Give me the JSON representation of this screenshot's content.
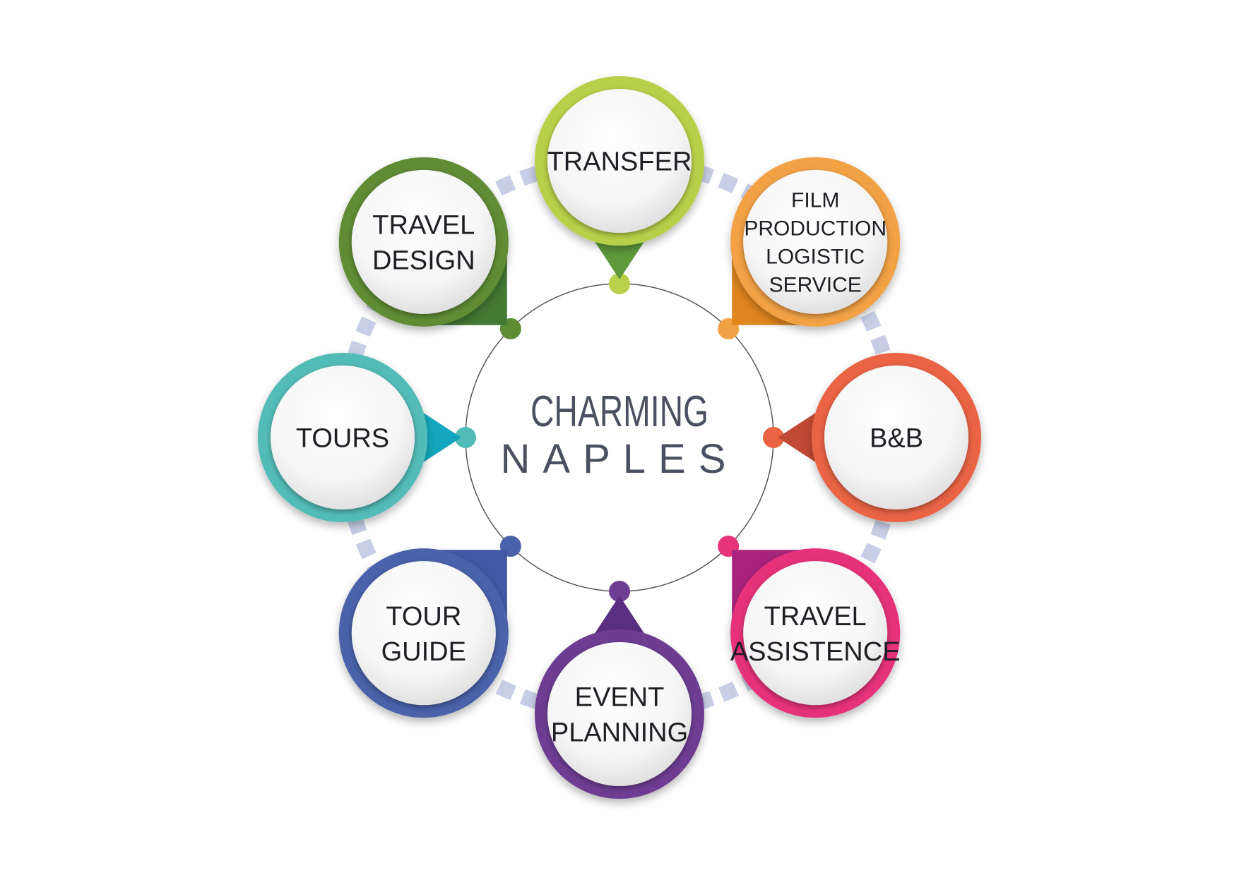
{
  "center": {
    "line1": "CHARMING",
    "line2": "NAPLES"
  },
  "nodes": [
    {
      "id": "transfer",
      "lines": [
        "TRANSFER"
      ],
      "color": "#b8d04a",
      "pointer_color": "#5e9a3c"
    },
    {
      "id": "film",
      "lines": [
        "FILM",
        "PRODUCTION",
        "LOGISTIC",
        "SERVICE"
      ],
      "color": "#f2a144",
      "pointer_color": "#e0861e"
    },
    {
      "id": "bnb",
      "lines": [
        "B&B"
      ],
      "color": "#ea6444",
      "pointer_color": "#c04a34"
    },
    {
      "id": "assistance",
      "lines": [
        "TRAVEL",
        "ASSISTENCE"
      ],
      "color": "#e6337a",
      "pointer_color": "#a8237c"
    },
    {
      "id": "event",
      "lines": [
        "EVENT",
        "PLANNING"
      ],
      "color": "#6e3e92",
      "pointer_color": "#5a2e80"
    },
    {
      "id": "tour-guide",
      "lines": [
        "TOUR",
        "GUIDE"
      ],
      "color": "#4a62aa",
      "pointer_color": "#4258a4"
    },
    {
      "id": "tours",
      "lines": [
        "TOURS"
      ],
      "color": "#52bcb8",
      "pointer_color": "#13a7bd"
    },
    {
      "id": "travel-design",
      "lines": [
        "TRAVEL",
        "DESIGN"
      ],
      "color": "#5e8c34",
      "pointer_color": "#437a34"
    }
  ],
  "colors": {
    "dash_track": "#c7cee6",
    "center_ring": "#555555",
    "center_text": "#4a5060"
  }
}
